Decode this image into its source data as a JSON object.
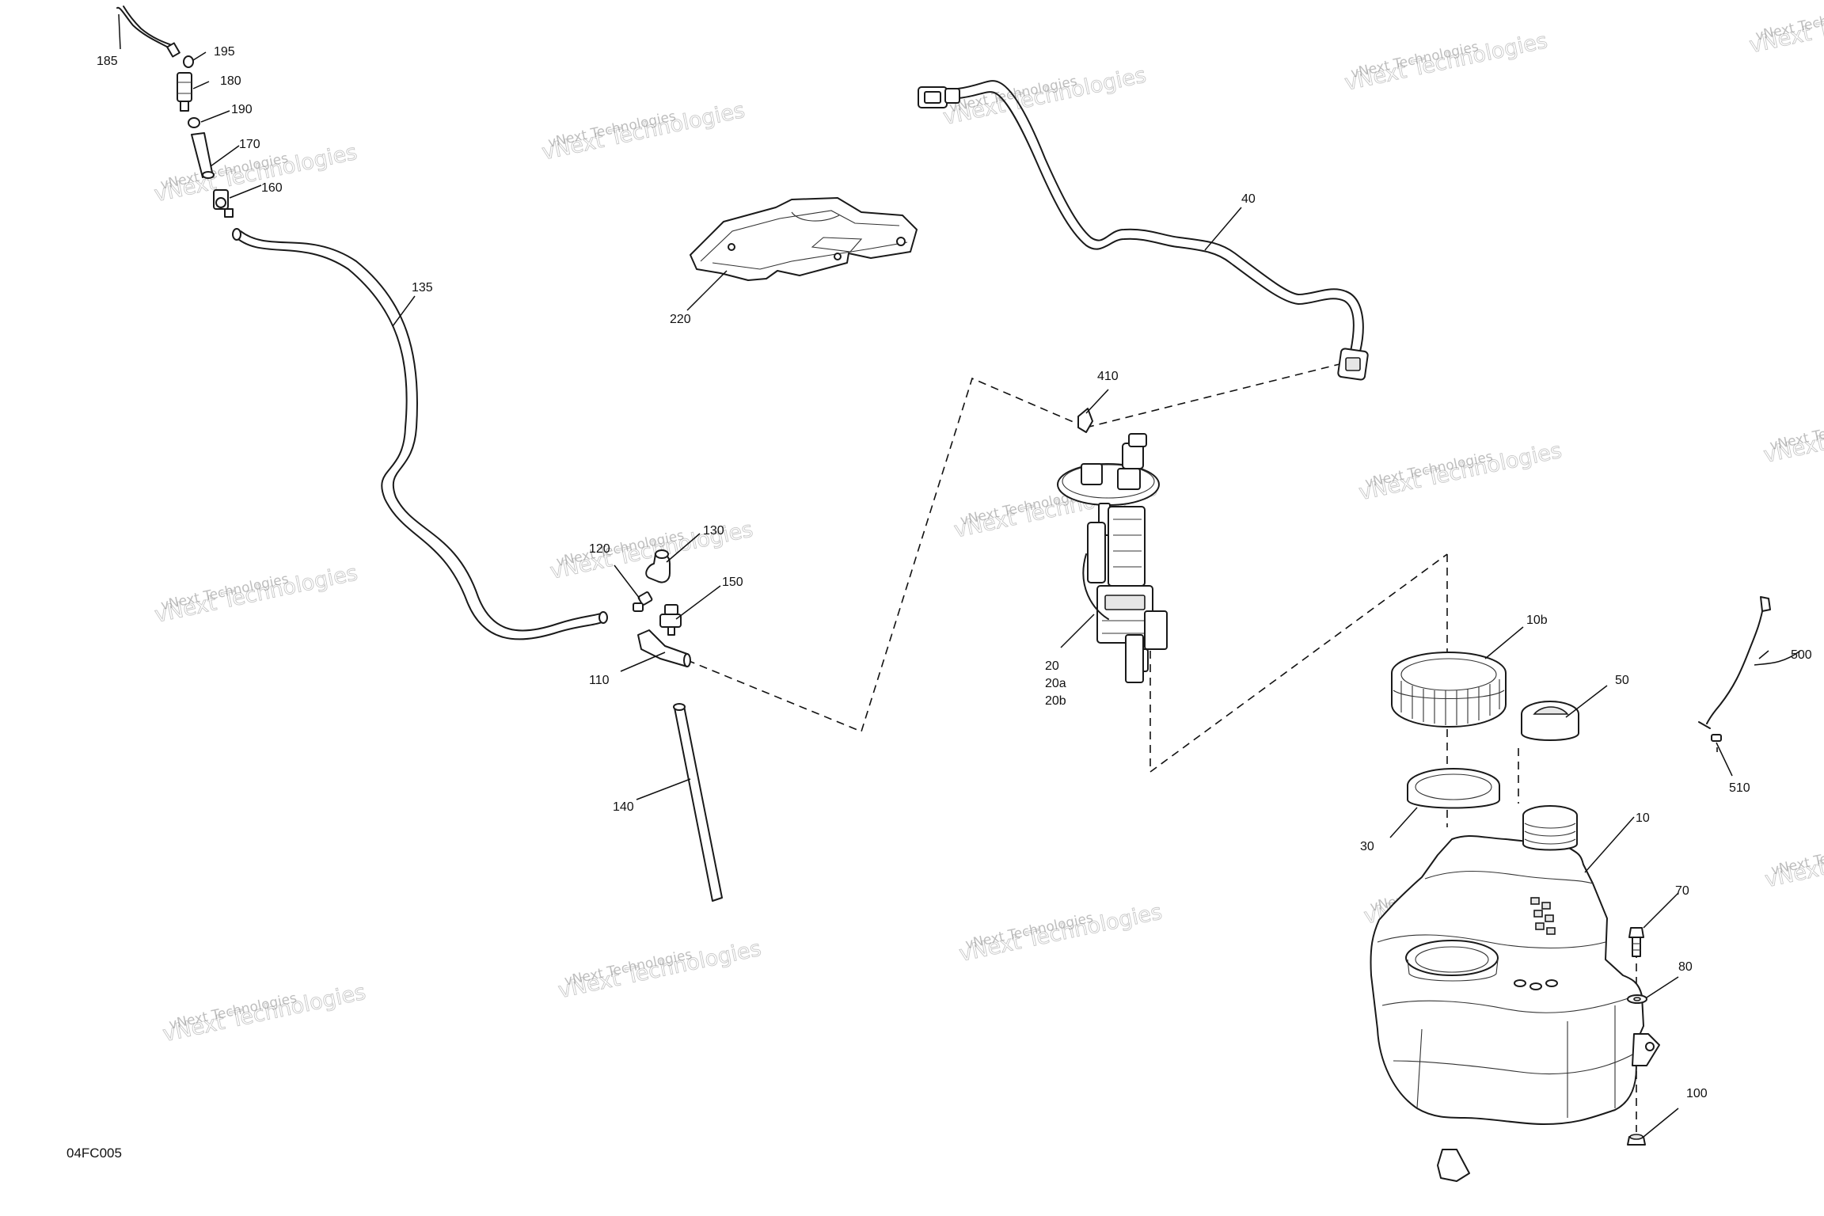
{
  "diagram_code": "04FC005",
  "watermark": {
    "line1": "vNext Technologies",
    "line2": "vNext Technologies"
  },
  "callouts": {
    "c185": "185",
    "c195": "195",
    "c180": "180",
    "c190": "190",
    "c170": "170",
    "c160": "160",
    "c135": "135",
    "c220": "220",
    "c40": "40",
    "c410": "410",
    "c120": "120",
    "c130": "130",
    "c150": "150",
    "c110": "110",
    "c140": "140",
    "c20": "20",
    "c20a": "20a",
    "c20b": "20b",
    "c10b": "10b",
    "c50": "50",
    "c500": "500",
    "c510": "510",
    "c30": "30",
    "c10": "10",
    "c70": "70",
    "c80": "80",
    "c100": "100"
  }
}
